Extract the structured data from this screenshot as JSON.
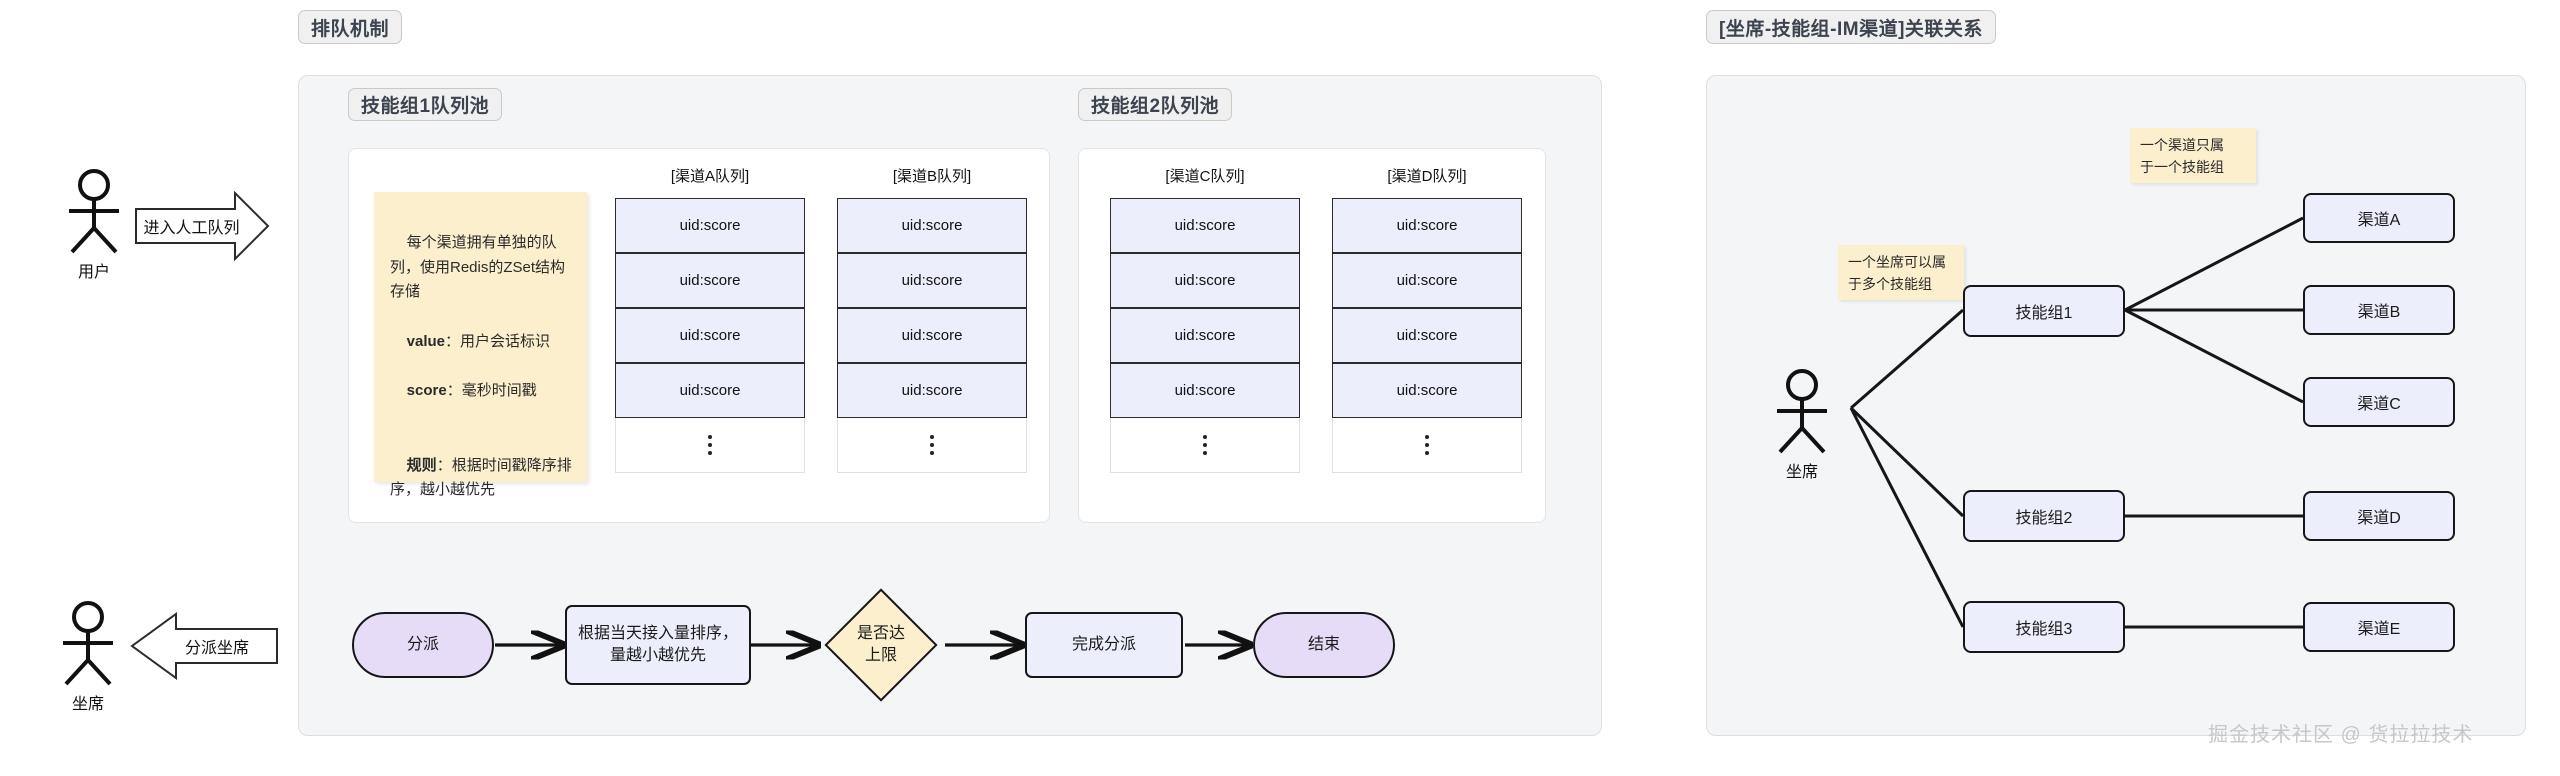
{
  "left_panel": {
    "title": "排队机制",
    "actors": [
      {
        "name": "用户",
        "arrow_label": "进入人工队列",
        "direction": "right"
      },
      {
        "name": "坐席",
        "arrow_label": "分派坐席",
        "direction": "left"
      }
    ],
    "queue_pools": [
      {
        "title": "技能组1队列池",
        "columns": [
          {
            "title": "[渠道A队列]",
            "cells": [
              "uid:score",
              "uid:score",
              "uid:score",
              "uid:score"
            ],
            "ellipsis": "⋮"
          },
          {
            "title": "[渠道B队列]",
            "cells": [
              "uid:score",
              "uid:score",
              "uid:score",
              "uid:score"
            ],
            "ellipsis": "⋮"
          }
        ]
      },
      {
        "title": "技能组2队列池",
        "columns": [
          {
            "title": "[渠道C队列]",
            "cells": [
              "uid:score",
              "uid:score",
              "uid:score",
              "uid:score"
            ],
            "ellipsis": "⋮"
          },
          {
            "title": "[渠道D队列]",
            "cells": [
              "uid:score",
              "uid:score",
              "uid:score",
              "uid:score"
            ],
            "ellipsis": "⋮"
          }
        ]
      }
    ],
    "note": {
      "line1": "每个渠道拥有单独的队列，使用Redis的ZSet结构存储",
      "label_value": "value",
      "text_value": "：用户会话标识",
      "label_score": "score",
      "text_score": "：毫秒时间戳",
      "label_rule": "规则",
      "text_rule": "：根据时间戳降序排序，越小越优先"
    },
    "flow": {
      "nodes": [
        {
          "id": "start",
          "label": "分派",
          "shape": "terminator"
        },
        {
          "id": "sort",
          "label": "根据当天接入量排序，量越小越优先",
          "shape": "process"
        },
        {
          "id": "limit",
          "label": "是否达上限",
          "shape": "decision"
        },
        {
          "id": "done",
          "label": "完成分派",
          "shape": "process"
        },
        {
          "id": "end",
          "label": "结束",
          "shape": "terminator"
        }
      ]
    }
  },
  "right_panel": {
    "title": "[坐席-技能组-IM渠道]关联关系",
    "actor": {
      "name": "坐席"
    },
    "notes": [
      {
        "id": "note-agent-groups",
        "text": "一个坐席可以属\n于多个技能组"
      },
      {
        "id": "note-channel-group",
        "text": "一个渠道只属\n于一个技能组"
      }
    ],
    "skill_groups": [
      "技能组1",
      "技能组2",
      "技能组3"
    ],
    "channels": [
      "渠道A",
      "渠道B",
      "渠道C",
      "渠道D",
      "渠道E"
    ],
    "relations": [
      {
        "from": "技能组1",
        "to": "渠道A"
      },
      {
        "from": "技能组1",
        "to": "渠道B"
      },
      {
        "from": "技能组1",
        "to": "渠道C"
      },
      {
        "from": "技能组2",
        "to": "渠道D"
      },
      {
        "from": "技能组3",
        "to": "渠道E"
      }
    ]
  },
  "watermark": "掘金技术社区 @ 货拉拉技术",
  "colors": {
    "panel_bg": "#f4f5f6",
    "queue_cell": "#eceffb",
    "note_bg": "#fbefcd",
    "terminator": "#e7dcf7",
    "decision": "#fbefcd",
    "stroke": "#16161a"
  }
}
